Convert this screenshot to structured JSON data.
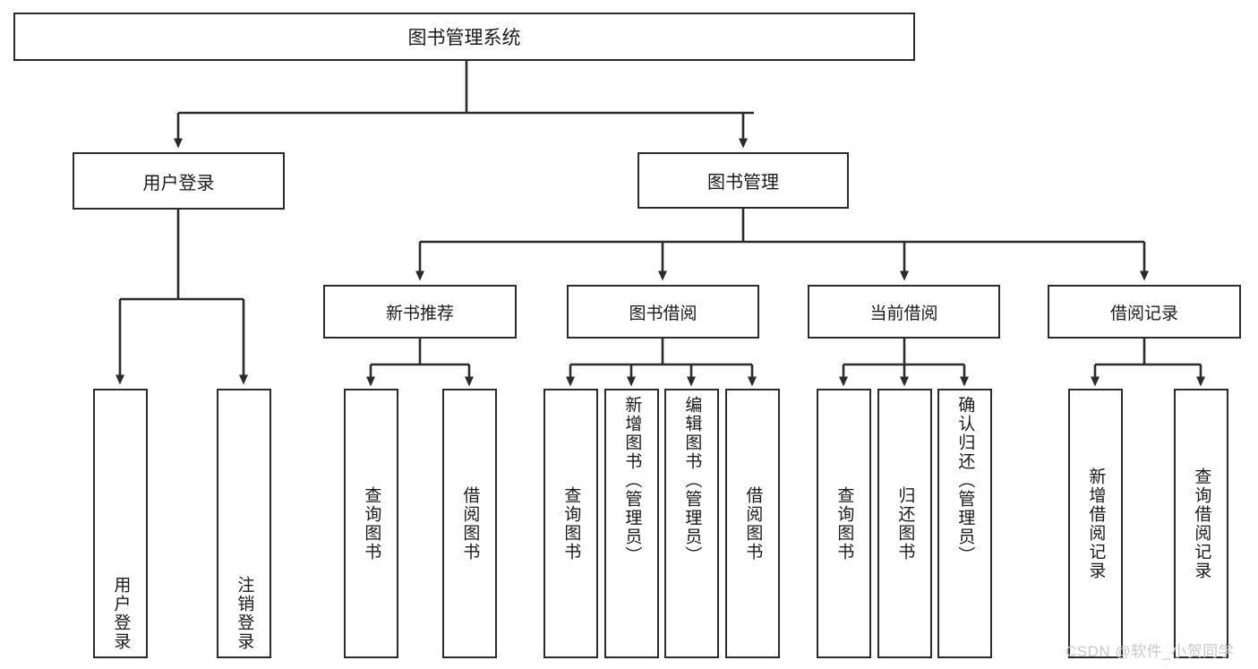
{
  "diagram": {
    "type": "tree-hierarchy",
    "title": "图书管理系统",
    "root": {
      "label": "图书管理系统"
    },
    "level1": [
      {
        "id": "user-login",
        "label": "用户登录"
      },
      {
        "id": "book-management",
        "label": "图书管理"
      }
    ],
    "level2": [
      {
        "id": "new-book-recommend",
        "label": "新书推荐",
        "parent": "book-management"
      },
      {
        "id": "book-borrow",
        "label": "图书借阅",
        "parent": "book-management"
      },
      {
        "id": "current-borrow",
        "label": "当前借阅",
        "parent": "book-management"
      },
      {
        "id": "borrow-record",
        "label": "借阅记录",
        "parent": "book-management"
      }
    ],
    "leaves": [
      {
        "id": "leaf-user-login",
        "label": "用户登录",
        "parent": "user-login"
      },
      {
        "id": "leaf-logout",
        "label": "注销登录",
        "parent": "user-login"
      },
      {
        "id": "leaf-query-book-1",
        "label": "查询图书",
        "parent": "new-book-recommend"
      },
      {
        "id": "leaf-borrow-book-1",
        "label": "借阅图书",
        "parent": "new-book-recommend"
      },
      {
        "id": "leaf-query-book-2",
        "label": "查询图书",
        "parent": "book-borrow"
      },
      {
        "id": "leaf-add-book",
        "label": "新增图书（管理员）",
        "parent": "book-borrow"
      },
      {
        "id": "leaf-edit-book",
        "label": "编辑图书（管理员）",
        "parent": "book-borrow"
      },
      {
        "id": "leaf-borrow-book-2",
        "label": "借阅图书",
        "parent": "book-borrow"
      },
      {
        "id": "leaf-query-book-3",
        "label": "查询图书",
        "parent": "current-borrow"
      },
      {
        "id": "leaf-return-book",
        "label": "归还图书",
        "parent": "current-borrow"
      },
      {
        "id": "leaf-confirm-return",
        "label": "确认归还（管理员）",
        "parent": "current-borrow"
      },
      {
        "id": "leaf-add-record",
        "label": "新增借阅记录",
        "parent": "borrow-record"
      },
      {
        "id": "leaf-query-record",
        "label": "查询借阅记录",
        "parent": "borrow-record"
      }
    ],
    "colors": {
      "stroke": "#2b2b2b",
      "fill": "#ffffff",
      "text": "#1a1a1a",
      "watermark": "#c9c9c9"
    }
  },
  "watermark": {
    "text": "CSDN @软件_小贺同学"
  }
}
